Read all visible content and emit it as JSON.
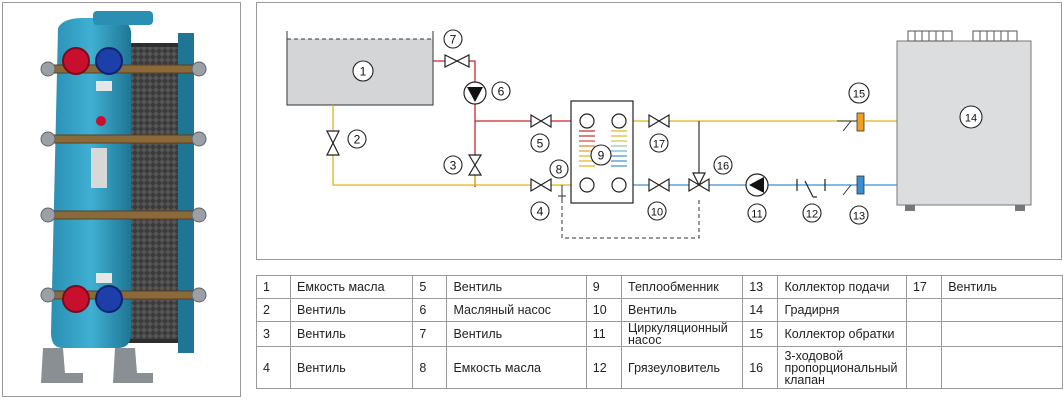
{
  "diagram": {
    "labels": [
      "1",
      "2",
      "3",
      "4",
      "5",
      "6",
      "7",
      "8",
      "9",
      "10",
      "11",
      "12",
      "13",
      "14",
      "15",
      "16",
      "17"
    ]
  },
  "legend": {
    "rows": [
      [
        {
          "n": "1",
          "t": "Емкость масла"
        },
        {
          "n": "5",
          "t": "Вентиль"
        },
        {
          "n": "9",
          "t": "Теплообменник"
        },
        {
          "n": "13",
          "t": "Коллектор подачи"
        },
        {
          "n": "17",
          "t": "Вентиль"
        }
      ],
      [
        {
          "n": "2",
          "t": "Вентиль"
        },
        {
          "n": "6",
          "t": "Масляный насос"
        },
        {
          "n": "10",
          "t": "Вентиль"
        },
        {
          "n": "14",
          "t": "Градирня"
        },
        {
          "n": "",
          "t": ""
        }
      ],
      [
        {
          "n": "3",
          "t": "Вентиль"
        },
        {
          "n": "7",
          "t": "Вентиль"
        },
        {
          "n": "11",
          "t": "Циркуляционный насос"
        },
        {
          "n": "15",
          "t": "Коллектор обратки"
        },
        {
          "n": "",
          "t": ""
        }
      ],
      [
        {
          "n": "4",
          "t": "Вентиль"
        },
        {
          "n": "8",
          "t": "Емкость масла"
        },
        {
          "n": "12",
          "t": "Грязеуловитель"
        },
        {
          "n": "16",
          "t": "3-ходовой пропорциональный клапан"
        },
        {
          "n": "",
          "t": ""
        }
      ]
    ]
  }
}
